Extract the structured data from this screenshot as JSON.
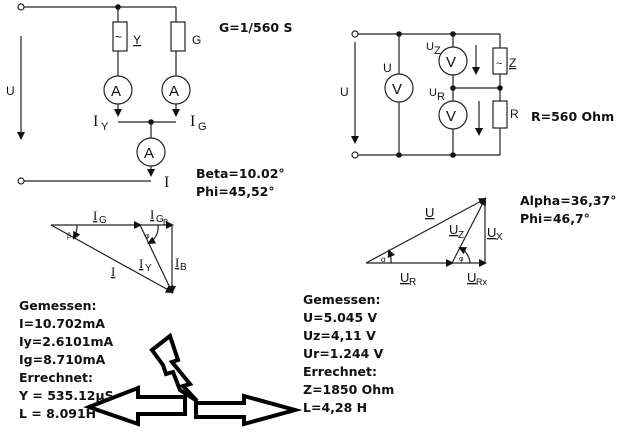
{
  "circuit_left": {
    "voltage_label": "U",
    "element_y_label": "Y",
    "element_y_symbol": "~",
    "element_g_label": "G",
    "ammeter_symbol": "A",
    "current_iy": "I",
    "current_iy_sub": "Y",
    "current_ig": "I",
    "current_ig_sub": "G",
    "current_i": "I",
    "given": "G=1/560 S",
    "beta": "Beta=10.02°",
    "phi": "Phi=45,52°"
  },
  "circuit_right": {
    "voltage_label": "U",
    "voltmeter_symbol": "V",
    "v1_label": "U",
    "v2_label": "U",
    "v2_sub": "Z",
    "v3_label": "U",
    "v3_sub": "R",
    "element_z_label": "Z",
    "element_z_symbol": "~",
    "element_r_label": "R",
    "given": "R=560 Ohm"
  },
  "phasor_left": {
    "ig": "I",
    "ig_sub": "G",
    "igb": "I",
    "igb_sub": "G",
    "igb_sub2": "B",
    "ib": "I",
    "ib_sub": "B",
    "iy": "I",
    "iy_sub": "Y",
    "i": "I",
    "beta_symbol": "β",
    "phi_symbol": "φ"
  },
  "phasor_right": {
    "u": "U",
    "uz": "U",
    "uz_sub": "Z",
    "ux": "U",
    "ux_sub": "X",
    "ur": "U",
    "ur_sub": "R",
    "urx": "U",
    "urx_sub": "Rx",
    "alpha_symbol": "α",
    "phi_symbol": "φ",
    "alpha": "Alpha=36,37°",
    "phi": "Phi=46,7°"
  },
  "results_left": {
    "lines": [
      "Gemessen:",
      "I=10.702mA",
      "Iy=2.6101mA",
      "Ig=8.710mA",
      "Errechnet:",
      "Y = 535.12µS",
      "L = 8.091H"
    ]
  },
  "results_right": {
    "lines": [
      "Gemessen:",
      "U=5.045 V",
      "Uz=4,11 V",
      "Ur=1.244 V",
      "Errechnet:",
      "Z=1850 Ohm",
      "L=4,28 H"
    ]
  },
  "decorations": {
    "lightning_icon": "lightning",
    "arrow_left_icon": "arrow-left",
    "arrow_right_icon": "arrow-right"
  }
}
